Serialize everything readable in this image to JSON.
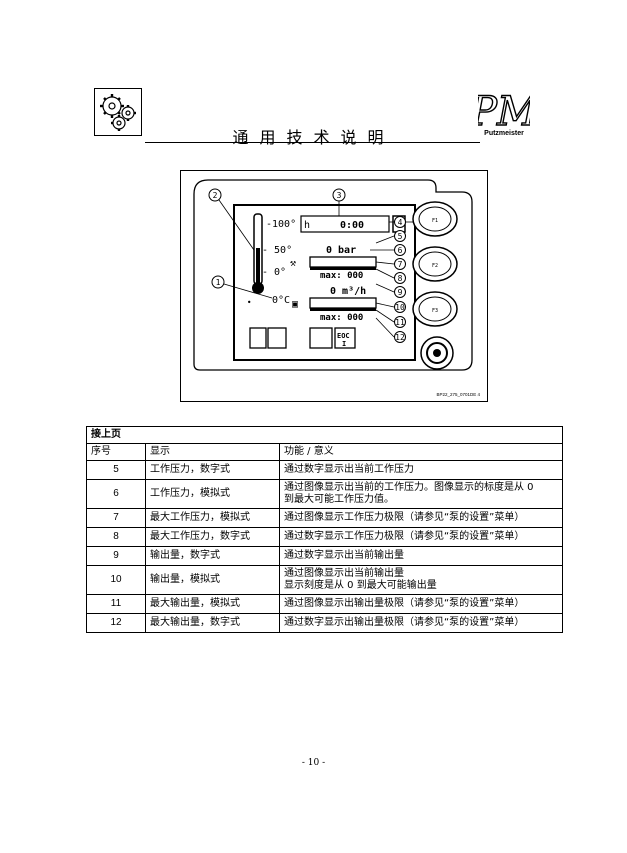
{
  "header": {
    "title": "通用技术说明",
    "brand_logo_text": "Putzmeister",
    "pm_monogram": "PM"
  },
  "figure": {
    "callouts": [
      "1",
      "2",
      "3",
      "4",
      "5",
      "6",
      "7",
      "8",
      "9",
      "10",
      "11",
      "12"
    ],
    "temp_scale": [
      "-100°",
      "- 50°",
      "- 0°"
    ],
    "temp_value": "0°C",
    "hours_label": "h",
    "hours_value": "0:00",
    "pressure_value": "0 bar",
    "pressure_max": "max: 000",
    "output_value": "0 m³/h",
    "output_max": "max: 000",
    "button_labels": [
      "F1",
      "F2",
      "F3"
    ],
    "eoc_label": "EOC",
    "image_code": "BP22_275_0701DE 4"
  },
  "table": {
    "caption": "接上页",
    "headers": [
      "序号",
      "显示",
      "功能 / 意义"
    ],
    "rows": [
      {
        "no": "5",
        "display": "工作压力，数字式",
        "function": [
          "通过数字显示出当前工作压力"
        ]
      },
      {
        "no": "6",
        "display": "工作压力，模拟式",
        "function": [
          "通过图像显示出当前的工作压力。图像显示的标度是从 0",
          "到最大可能工作压力值。"
        ]
      },
      {
        "no": "7",
        "display": "最大工作压力，模拟式",
        "function": [
          "通过图像显示工作压力极限（请参见“泵的设置”菜单）"
        ]
      },
      {
        "no": "8",
        "display": "最大工作压力，数字式",
        "function": [
          "通过数字显示工作压力极限（请参见“泵的设置”菜单）"
        ]
      },
      {
        "no": "9",
        "display": "输出量，数字式",
        "function": [
          "通过数字显示出当前输出量"
        ]
      },
      {
        "no": "10",
        "display": "输出量，模拟式",
        "function": [
          "通过图像显示出当前输出量",
          "显示刻度是从 0 到最大可能输出量"
        ]
      },
      {
        "no": "11",
        "display": "最大输出量，模拟式",
        "function": [
          "通过图像显示出输出量极限（请参见“泵的设置”菜单）"
        ]
      },
      {
        "no": "12",
        "display": "最大输出量，数字式",
        "function": [
          "通过数字显示出输出量极限（请参见“泵的设置”菜单）"
        ]
      }
    ]
  },
  "footer": {
    "page_number": "- 10 -"
  }
}
